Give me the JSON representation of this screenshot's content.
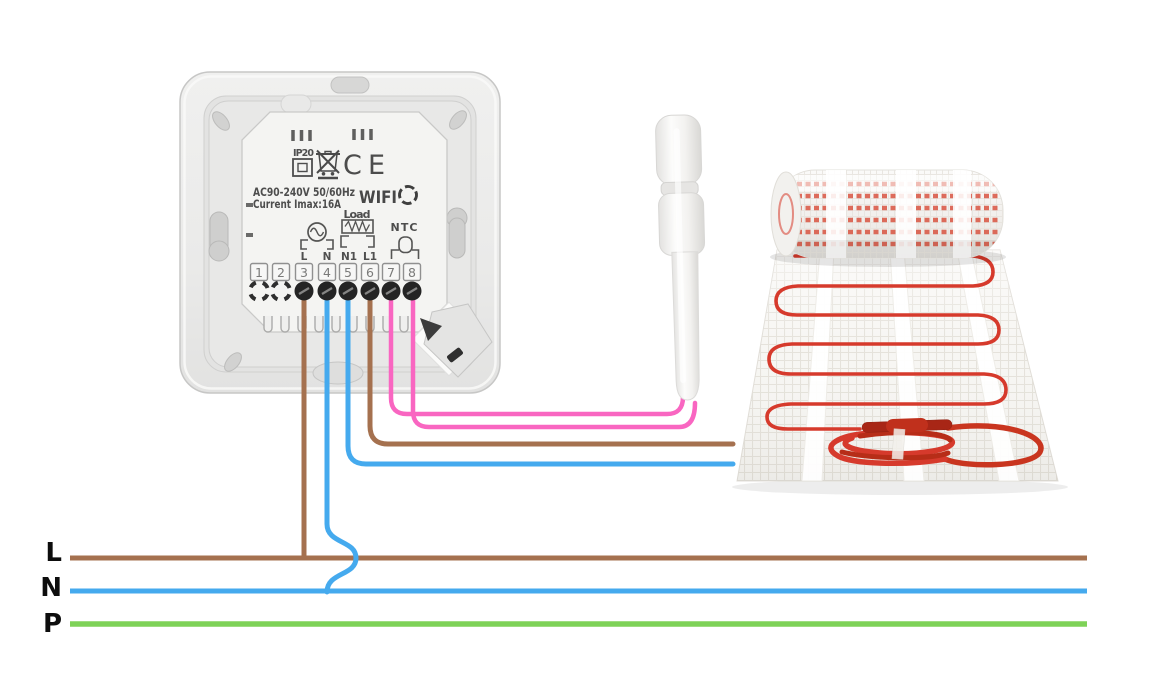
{
  "thermostat": {
    "ip_rating": "IP20",
    "ce_mark": "CE",
    "wifi_label": "WIFI",
    "spec_line1": "AC90-240V 50/60Hz",
    "spec_line2": "Current Imax:16A",
    "load_label": "Load",
    "ntc_label": "NTC",
    "terminal_numbers": [
      "1",
      "2",
      "3",
      "4",
      "5",
      "6",
      "7",
      "8"
    ],
    "terminal_labels": [
      "L",
      "N",
      "N1",
      "L1"
    ]
  },
  "supply": {
    "lines": [
      {
        "label": "L",
        "color": "#a5714f"
      },
      {
        "label": "N",
        "color": "#45aaee"
      },
      {
        "label": "P",
        "color": "#7ed257"
      }
    ]
  },
  "wires": {
    "live_color": "#a5714f",
    "neutral_color": "#45aaee",
    "sensor_color": "#f966c1"
  },
  "heating_mat": {
    "cable_color": "#d63a2c"
  }
}
